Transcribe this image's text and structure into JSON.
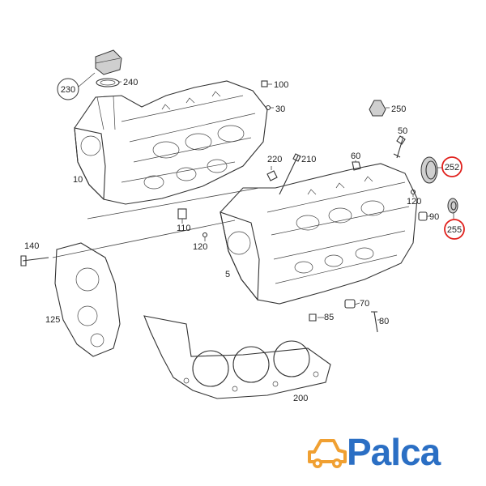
{
  "callouts": [
    {
      "id": "230",
      "text": "230",
      "circled": true,
      "highlight": false
    },
    {
      "id": "240",
      "text": "240",
      "circled": false,
      "highlight": false
    },
    {
      "id": "100",
      "text": "100",
      "circled": false,
      "highlight": false
    },
    {
      "id": "30",
      "text": "30",
      "circled": false,
      "highlight": false
    },
    {
      "id": "250",
      "text": "250",
      "circled": false,
      "highlight": false
    },
    {
      "id": "50",
      "text": "50",
      "circled": false,
      "highlight": false
    },
    {
      "id": "10",
      "text": "10",
      "circled": false,
      "highlight": false
    },
    {
      "id": "220",
      "text": "220",
      "circled": false,
      "highlight": false
    },
    {
      "id": "210",
      "text": "210",
      "circled": false,
      "highlight": false
    },
    {
      "id": "60",
      "text": "60",
      "circled": false,
      "highlight": false
    },
    {
      "id": "252",
      "text": "252",
      "circled": true,
      "highlight": true
    },
    {
      "id": "120a",
      "text": "120",
      "circled": false,
      "highlight": false
    },
    {
      "id": "90",
      "text": "90",
      "circled": false,
      "highlight": false
    },
    {
      "id": "255",
      "text": "255",
      "circled": true,
      "highlight": true
    },
    {
      "id": "110",
      "text": "110",
      "circled": false,
      "highlight": false
    },
    {
      "id": "120b",
      "text": "120",
      "circled": false,
      "highlight": false
    },
    {
      "id": "140",
      "text": "140",
      "circled": false,
      "highlight": false
    },
    {
      "id": "5",
      "text": "5",
      "circled": false,
      "highlight": false
    },
    {
      "id": "125",
      "text": "125",
      "circled": false,
      "highlight": false
    },
    {
      "id": "70",
      "text": "70",
      "circled": false,
      "highlight": false
    },
    {
      "id": "85",
      "text": "85",
      "circled": false,
      "highlight": false
    },
    {
      "id": "80",
      "text": "80",
      "circled": false,
      "highlight": false
    },
    {
      "id": "200",
      "text": "200",
      "circled": false,
      "highlight": false
    }
  ],
  "colors": {
    "highlight_ring": "#e0201c",
    "brand_blue": "#2b6fc4",
    "brand_car_orange": "#f0a032",
    "line": "#333333"
  },
  "logo": {
    "text": "Palca",
    "icon": "car-icon"
  }
}
